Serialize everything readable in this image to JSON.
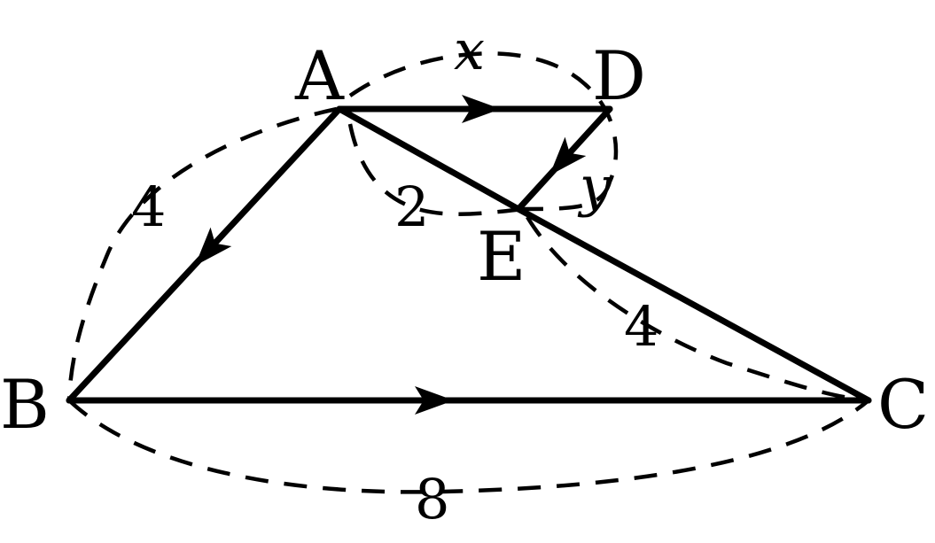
{
  "diagram": {
    "points": {
      "A": {
        "label": "A"
      },
      "B": {
        "label": "B"
      },
      "C": {
        "label": "C"
      },
      "D": {
        "label": "D"
      },
      "E": {
        "label": "E"
      }
    },
    "measures": {
      "AB": "4",
      "AE": "2",
      "EC": "4",
      "BC": "8",
      "AD": "x",
      "DE": "y"
    }
  }
}
